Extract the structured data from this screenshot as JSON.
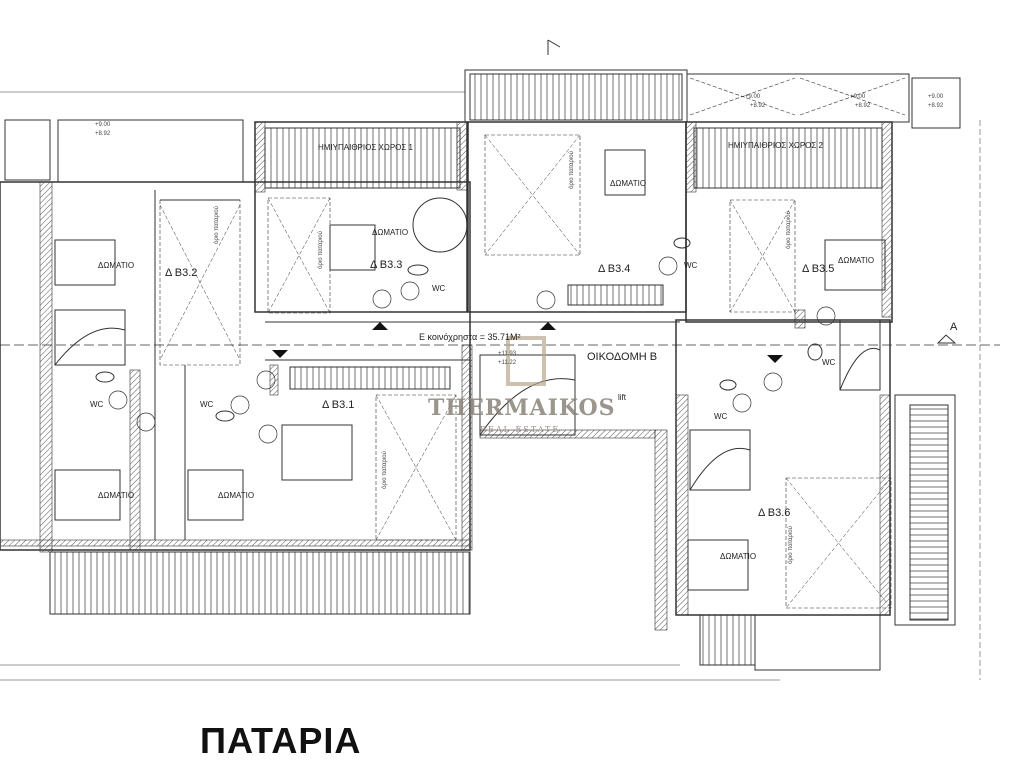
{
  "plan": {
    "title": "ΠΑΤΑΡΙΑ",
    "building": "ΟΙΚΟΔΟΜΗ Β",
    "common_area": "Ε κοινόχρηστα = 35.71Μ²",
    "section_mark": "A",
    "lift": "lift",
    "semi_outdoor_1": "ΗΜΙΥΠΑΙΘΡΙΟΣ ΧΩΡΟΣ 1",
    "semi_outdoor_2": "ΗΜΙΥΠΑΙΘΡΙΟΣ ΧΩΡΟΣ 2",
    "units": [
      "Δ Β3.1",
      "Δ Β3.2",
      "Δ Β3.3",
      "Δ Β3.4",
      "Δ Β3.5",
      "Δ Β3.6"
    ],
    "room_label": "ΔΩΜΑΤΙΟ",
    "wc_label": "WC",
    "loft_limit": "όριο παταριού",
    "levels": {
      "top": "+9.00",
      "bottom": "+8.92",
      "stair_top": "+11.93",
      "stair_bottom": "+11.22"
    }
  },
  "watermark": {
    "name": "THERMAIKOS",
    "tagline": "REAL ESTATE",
    "color": "#8a847a"
  }
}
